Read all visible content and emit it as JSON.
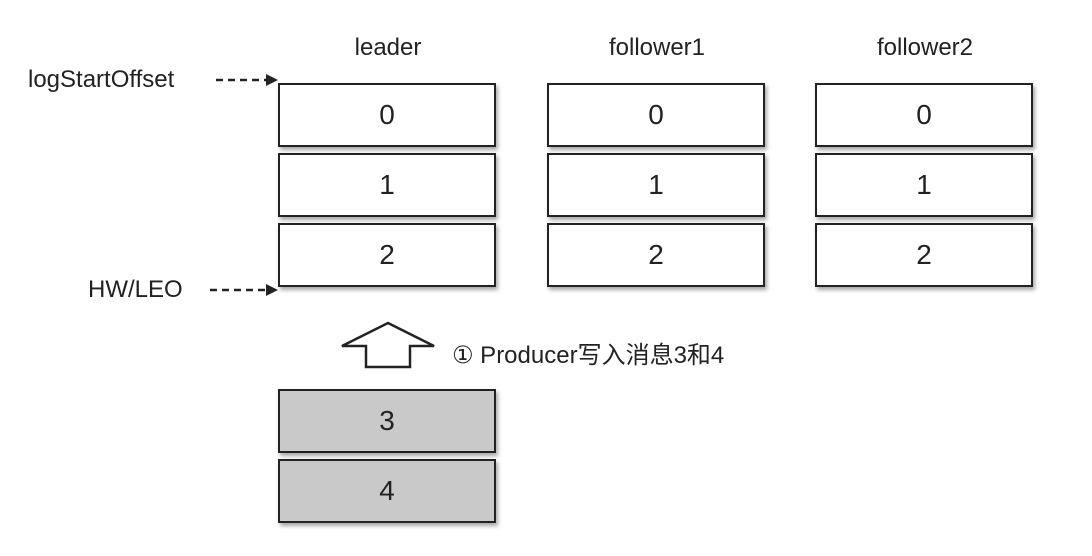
{
  "columns": [
    {
      "title": "leader",
      "cells": [
        "0",
        "1",
        "2"
      ]
    },
    {
      "title": "follower1",
      "cells": [
        "0",
        "1",
        "2"
      ]
    },
    {
      "title": "follower2",
      "cells": [
        "0",
        "1",
        "2"
      ]
    }
  ],
  "pointers": {
    "log_start_offset": "logStartOffset",
    "hw_leo": "HW/LEO"
  },
  "producer_note": "① Producer写入消息3和4",
  "incoming_messages": [
    "3",
    "4"
  ],
  "colors": {
    "existing_cell": "#ffffff",
    "incoming_cell": "#c9c9c9",
    "border": "#222222"
  }
}
